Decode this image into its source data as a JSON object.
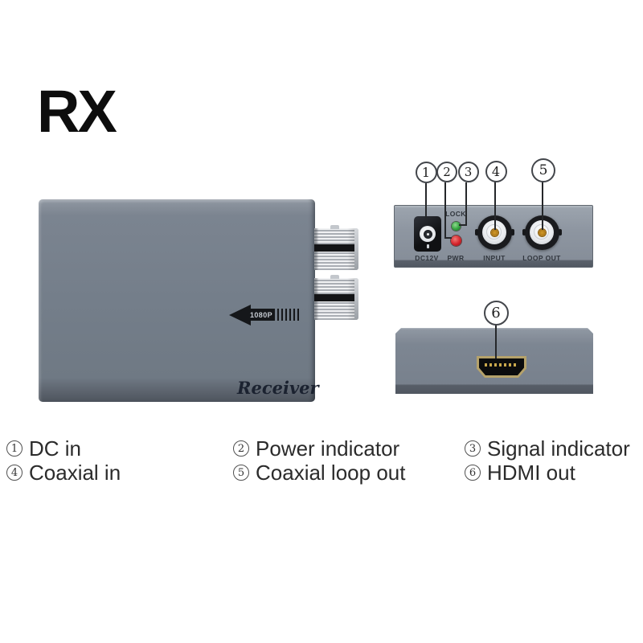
{
  "title": "RX",
  "device": {
    "resolution": "1080P",
    "name": "Receiver"
  },
  "rear_panel": {
    "dc_label": "DC12V",
    "pwr_label": "PWR",
    "lock_label": "LOCK",
    "input_label": "INPUT",
    "loop_out_label": "LOOP OUT"
  },
  "callouts": {
    "c1": "1",
    "c2": "2",
    "c3": "3",
    "c4": "4",
    "c5": "5",
    "c6": "6"
  },
  "legend": {
    "items": [
      {
        "num": "1",
        "label": "DC in"
      },
      {
        "num": "2",
        "label": "Power indicator"
      },
      {
        "num": "3",
        "label": "Signal indicator"
      },
      {
        "num": "4",
        "label": "Coaxial in"
      },
      {
        "num": "5",
        "label": "Coaxial loop out"
      },
      {
        "num": "6",
        "label": "HDMI out"
      }
    ]
  },
  "colors": {
    "device_body": "#76808b",
    "panel_body": "#8f97a2",
    "power_led": "#d5232b",
    "signal_led": "#33a33e",
    "hdmi_gold": "#b5a26b",
    "bnc_pin_gold": "#b88a20"
  }
}
